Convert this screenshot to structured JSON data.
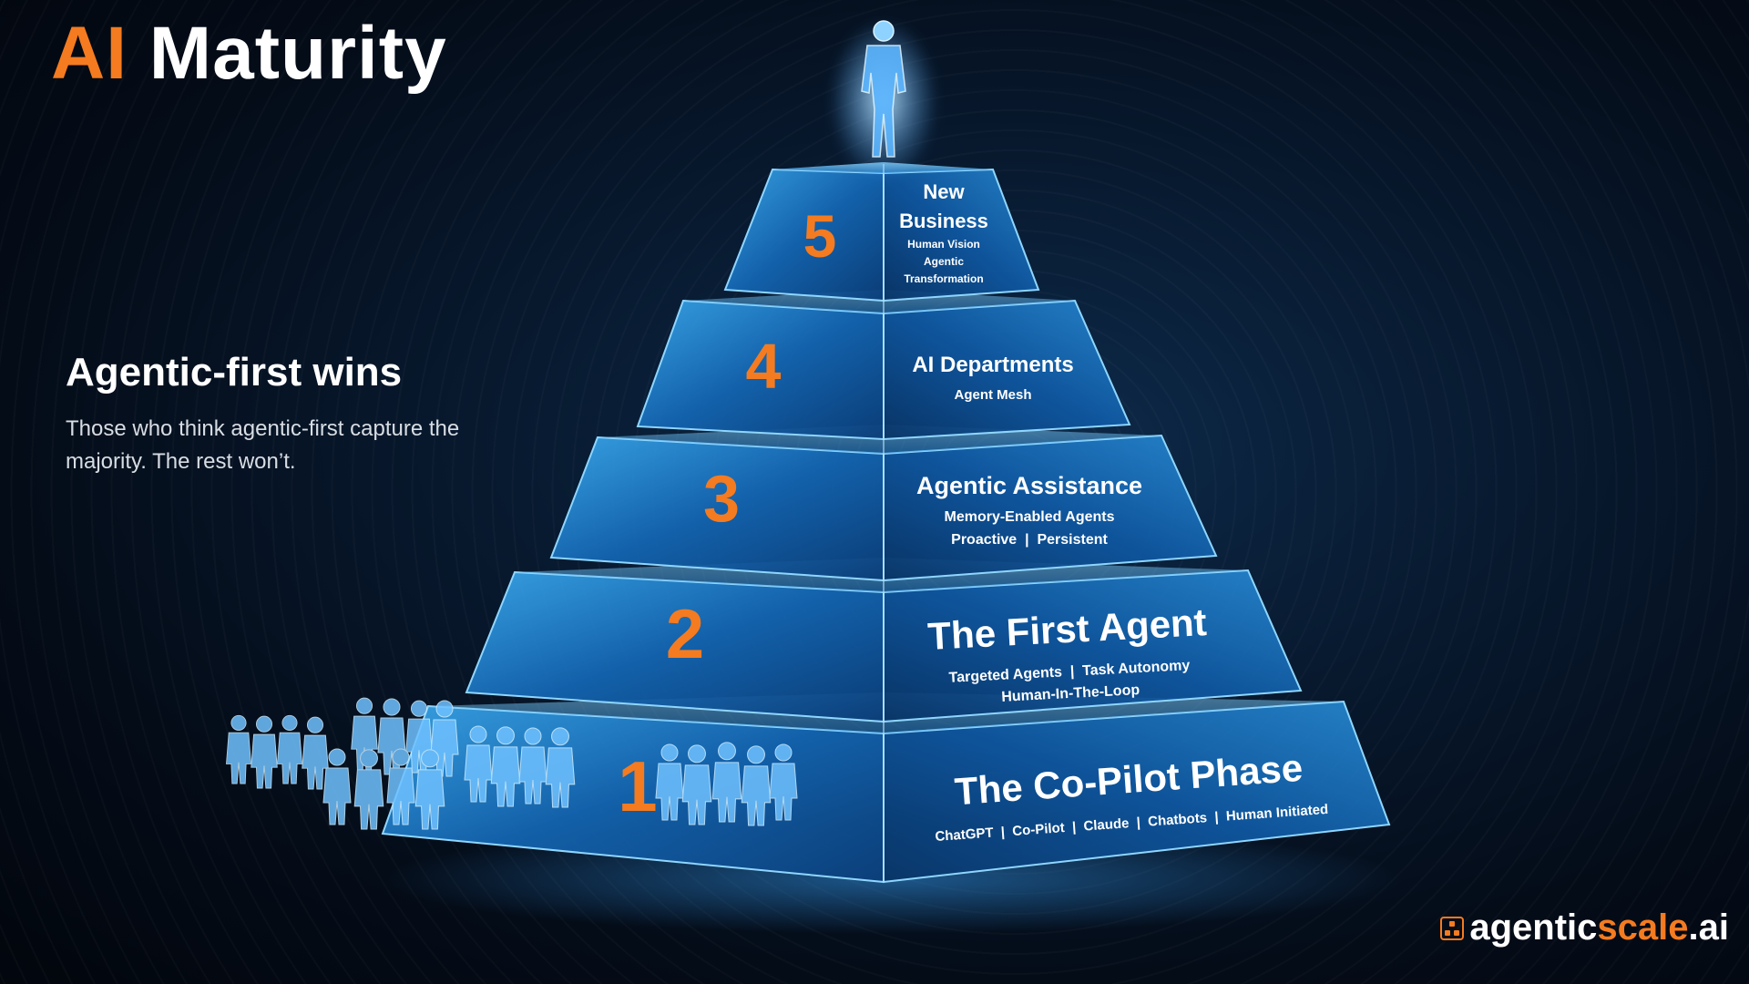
{
  "slide": {
    "title_accent": "AI",
    "title_main": "Maturity",
    "headline": "Agentic-first wins",
    "subtext": "Those who think agentic-first capture the majority. The rest won’t."
  },
  "pyramid": {
    "levels": [
      {
        "number": "5",
        "title_line1": "New",
        "title_line2": "Business",
        "sub1": "Human Vision",
        "sub2": "Agentic",
        "sub3": "Transformation"
      },
      {
        "number": "4",
        "title": "AI Departments",
        "sub1": "Agent Mesh"
      },
      {
        "number": "3",
        "title": "Agentic Assistance",
        "sub1": "Memory-Enabled Agents",
        "sub2": "Proactive  |  Persistent"
      },
      {
        "number": "2",
        "title": "The First Agent",
        "sub1": "Targeted Agents  |  Task Autonomy",
        "sub2": "Human-In-The-Loop"
      },
      {
        "number": "1",
        "title": "The Co-Pilot Phase",
        "sub1": "ChatGPT  |  Co-Pilot  |  Claude  |  Chatbots  |  Human Initiated"
      }
    ]
  },
  "brand": {
    "part1": "agentic",
    "part2": "scale",
    "part3": ".ai"
  },
  "colors": {
    "accent": "#f47b20",
    "glass": "#1e8ad8",
    "background": "#040c18"
  }
}
